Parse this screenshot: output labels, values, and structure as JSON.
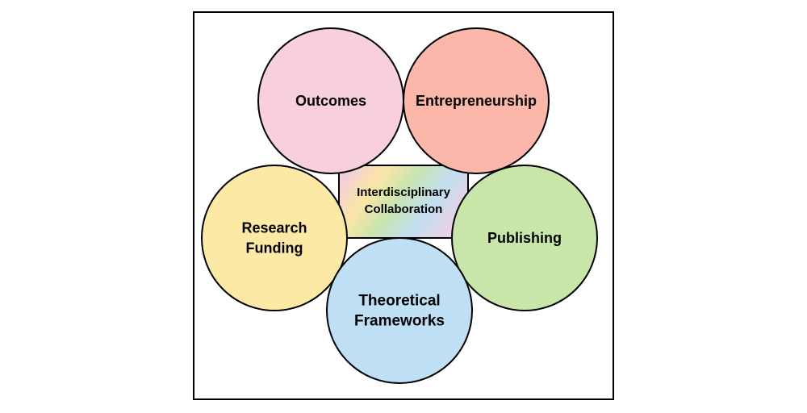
{
  "center": {
    "lines": [
      "Interdisciplinary",
      "Collaboration"
    ]
  },
  "nodes": [
    {
      "id": "outcomes",
      "lines": [
        "Outcomes"
      ],
      "color": "#f8d0dc"
    },
    {
      "id": "entrepreneurship",
      "lines": [
        "Entrepreneurship"
      ],
      "color": "#fbb8aa"
    },
    {
      "id": "research-funding",
      "lines": [
        "Research",
        "Funding"
      ],
      "color": "#fde9a6"
    },
    {
      "id": "publishing",
      "lines": [
        "Publishing"
      ],
      "color": "#c8e5aa"
    },
    {
      "id": "theoretical-frameworks",
      "lines": [
        "Theoretical",
        "Frameworks"
      ],
      "color": "#bfe0f4"
    }
  ],
  "colors": {
    "stroke": "#000000"
  }
}
